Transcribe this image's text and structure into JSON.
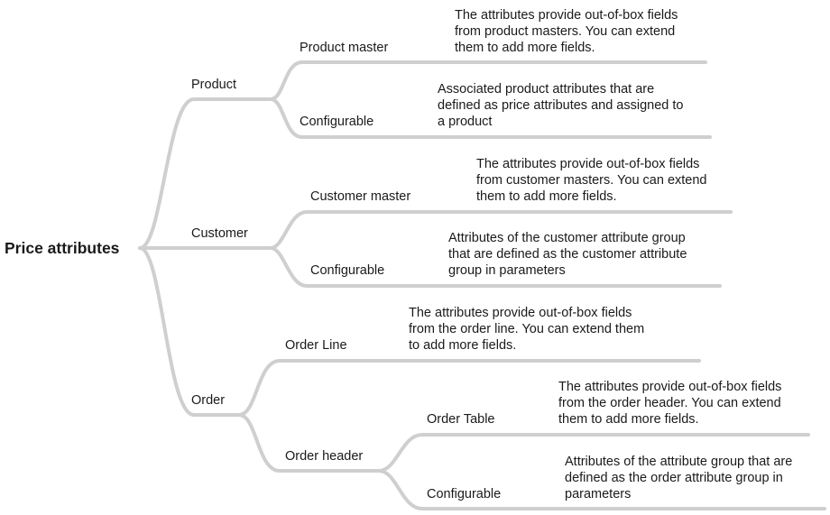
{
  "root": {
    "label": "Price attributes"
  },
  "branches": {
    "product": {
      "label": "Product",
      "product_master": {
        "label": "Product master",
        "description": "The attributes provide out-of-box fields\nfrom product masters. You can extend\nthem to add more fields."
      },
      "configurable": {
        "label": "Configurable",
        "description": "Associated product attributes that are\ndefined as price attributes and assigned to\na product"
      }
    },
    "customer": {
      "label": "Customer",
      "customer_master": {
        "label": "Customer master",
        "description": "The attributes provide out-of-box fields\nfrom customer masters. You can extend\nthem to add more fields."
      },
      "configurable": {
        "label": "Configurable",
        "description": "Attributes of the customer attribute group\nthat are defined as the customer attribute\ngroup in parameters"
      }
    },
    "order": {
      "label": "Order",
      "order_line": {
        "label": "Order Line",
        "description": "The attributes provide out-of-box fields\nfrom the order line. You can extend them\nto add more fields."
      },
      "order_header": {
        "label": "Order header",
        "order_table": {
          "label": "Order Table",
          "description": "The attributes provide out-of-box fields\nfrom the order header. You can extend\nthem to add more fields."
        },
        "configurable": {
          "label": "Configurable",
          "description": "Attributes of the attribute group that are\ndefined as the order attribute group in\nparameters"
        }
      }
    }
  },
  "colors": {
    "connector": "#cfcfcf",
    "text": "#1a1a1a",
    "background": "#ffffff"
  }
}
